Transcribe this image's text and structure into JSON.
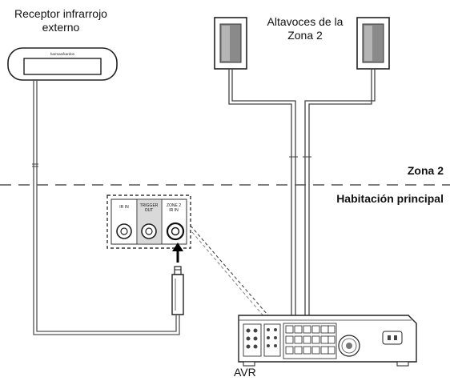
{
  "labels": {
    "ir_receiver_line1": "Receptor infrarrojo",
    "ir_receiver_line2": "externo",
    "speakers_line1": "Altavoces de la",
    "speakers_line2": "Zona 2",
    "zone2": "Zona 2",
    "main_room": "Habitación principal",
    "avr": "AVR"
  },
  "ir_receiver": {
    "brand": "harman/kardon"
  },
  "jack_panel": {
    "ir_in": "IR IN",
    "trigger_out_line1": "TRIGGER",
    "trigger_out_line2": "OUT",
    "zone2_ir_in_line1": "ZONE 2",
    "zone2_ir_in_line2": "IR IN"
  }
}
